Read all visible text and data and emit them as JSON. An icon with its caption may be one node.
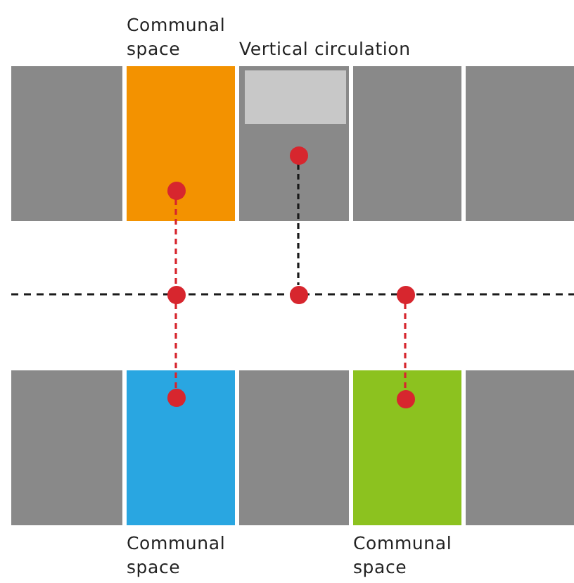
{
  "diagram": {
    "nodes": [
      {
        "text": [],
        "shape": "box"
      },
      {
        "text": [
          "Communal space"
        ]
      },
      {
        "text": [],
        "shape": "circle",
        "in": 1
      },
      {
        "text": [
          "Vertical circulation"
        ]
      },
      {
        "text": [],
        "shape": "box",
        "in": 3
      },
      {
        "text": [],
        "shape": "circle",
        "in": 3
      },
      {
        "text": [],
        "shape": "box"
      },
      {
        "text": [],
        "shape": "box"
      },
      {
        "text": [],
        "shape": "circle"
      },
      {
        "text": [],
        "shape": "circle"
      },
      {
        "text": [],
        "shape": "circle"
      },
      {
        "text": [],
        "shape": "box"
      },
      {
        "text": [
          "Communal space"
        ]
      },
      {
        "text": [],
        "shape": "circle",
        "in": 12
      },
      {
        "text": [],
        "shape": "box"
      },
      {
        "text": [
          "Communal space"
        ]
      },
      {
        "text": [],
        "shape": "circle",
        "in": 15
      },
      {
        "text": [],
        "shape": "box"
      }
    ],
    "edges": [
      {
        "from": 2,
        "to": 8,
        "arrow": "none",
        "style": "dashed"
      },
      {
        "from": 8,
        "to": 13,
        "arrow": "none",
        "style": "dashed"
      },
      {
        "from": 5,
        "to": 9,
        "arrow": "none",
        "style": "dashed",
        "color": "#1a1a1a"
      },
      {
        "from": 10,
        "to": 16,
        "arrow": "none",
        "style": "dashed"
      }
    ]
  }
}
